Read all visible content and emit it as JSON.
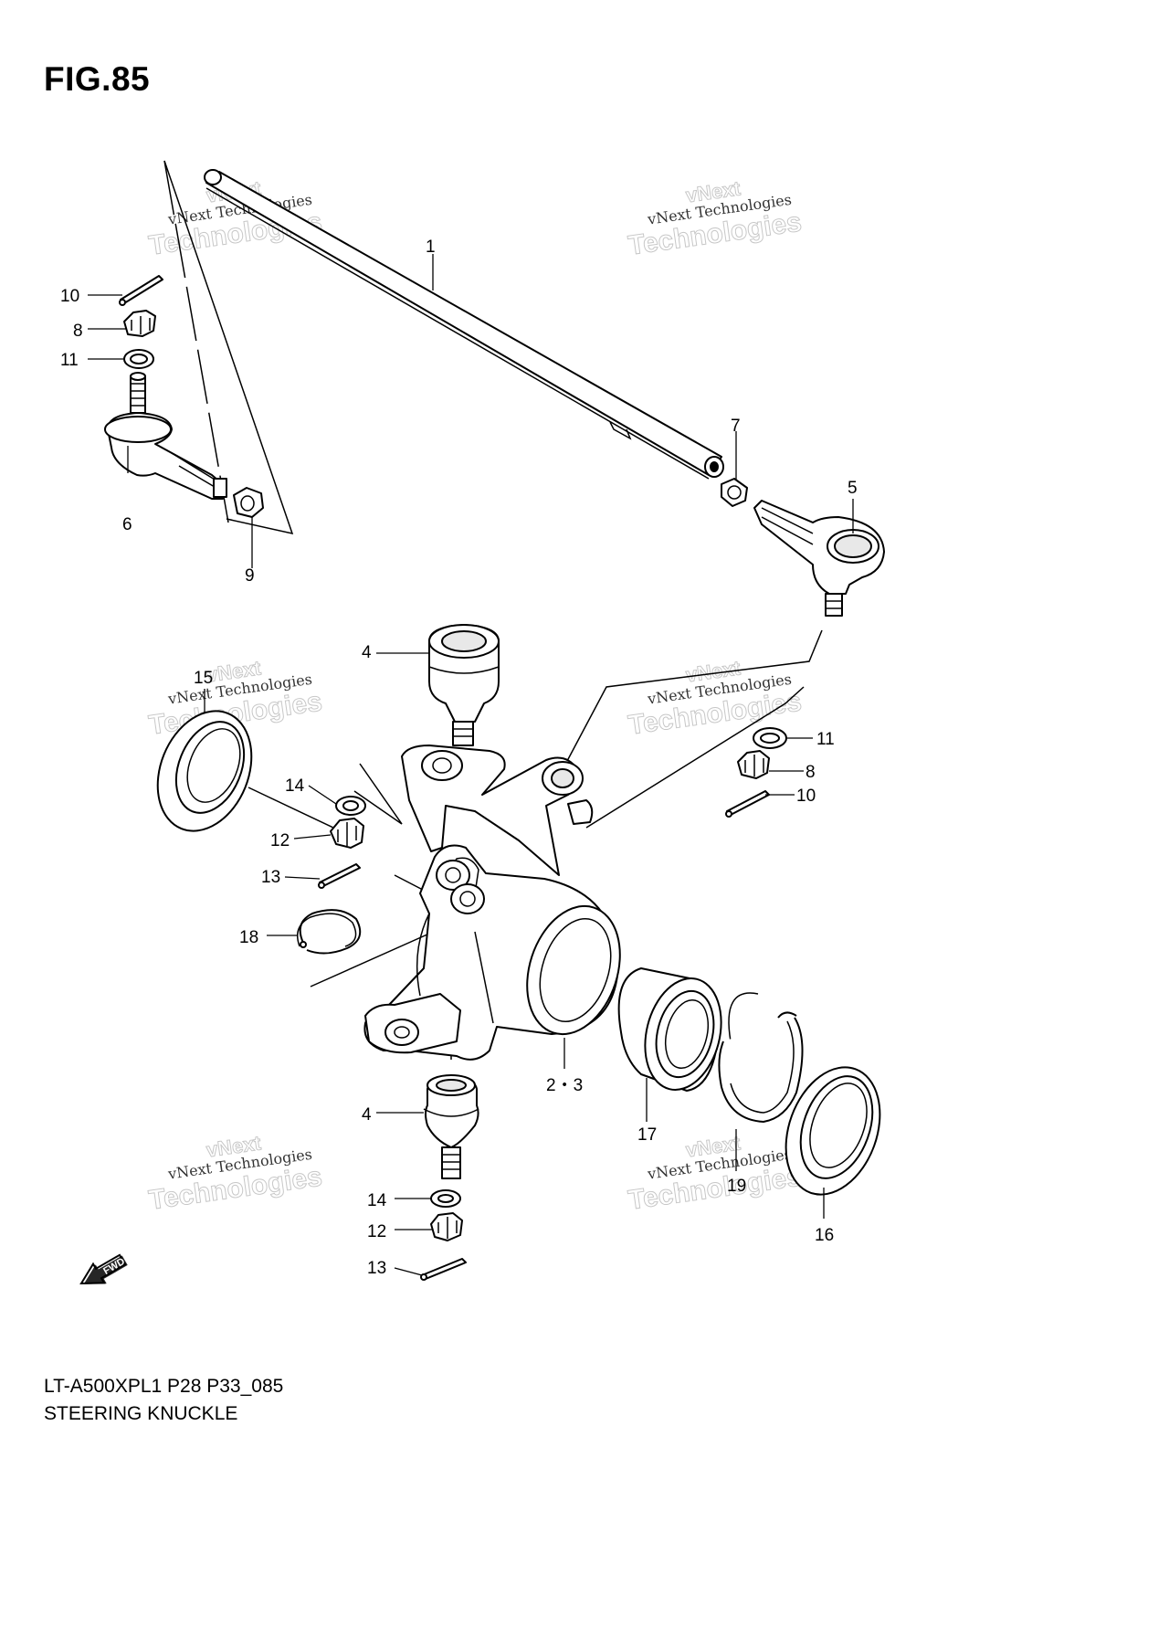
{
  "figure": {
    "title": "FIG.85"
  },
  "caption": {
    "model_code": "LT-A500XPL1 P28 P33_085",
    "section_title": "STEERING KNUCKLE"
  },
  "watermark": {
    "line_small": "vNext Technologies",
    "line_big": "Technologies",
    "line_top": "vNext"
  },
  "fwd_label": "FWD",
  "callouts": {
    "c1": "1",
    "c4_top": "4",
    "c4_bottom": "4",
    "c5": "5",
    "c6": "6",
    "c7": "7",
    "c8_left": "8",
    "c8_right": "8",
    "c9": "9",
    "c10_left": "10",
    "c10_right": "10",
    "c11_left": "11",
    "c11_right": "11",
    "c12_top": "12",
    "c12_bottom": "12",
    "c13_top": "13",
    "c13_bottom": "13",
    "c14_top": "14",
    "c14_bottom": "14",
    "c15": "15",
    "c16": "16",
    "c17": "17",
    "c18": "18",
    "c19": "19",
    "c23": "2・3"
  }
}
